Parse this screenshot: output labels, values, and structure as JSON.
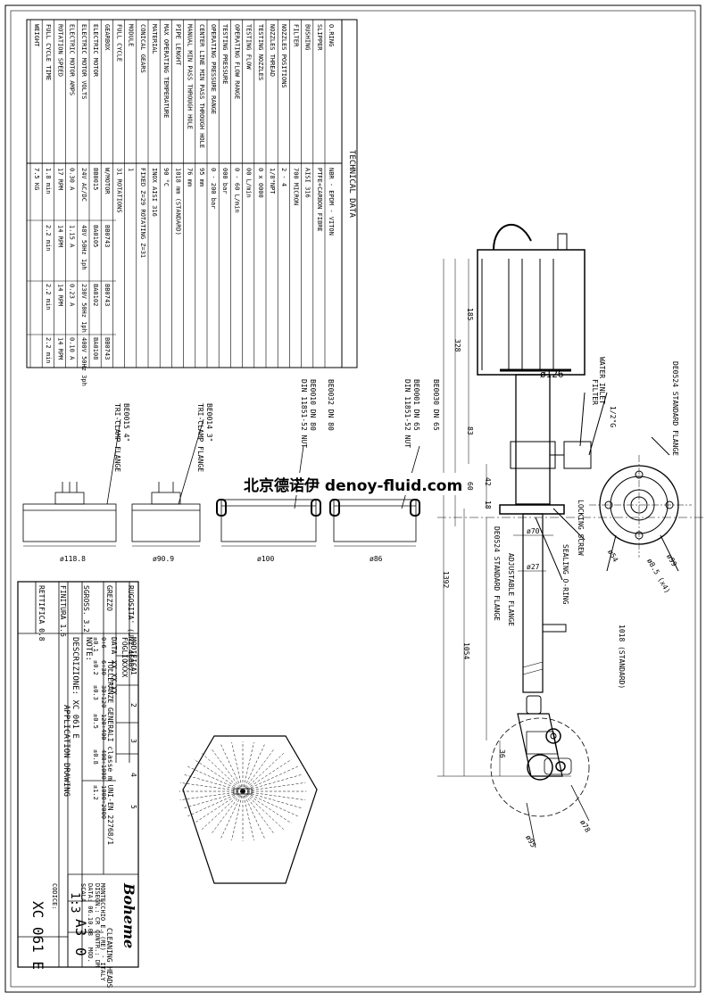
{
  "tech": {
    "title": "TECHNICAL DATA",
    "labels": [
      "O.RING",
      "SLIPPER",
      "BUSHING",
      "FILTER",
      "NOZZLES POSITIONS",
      "NOZZLES THREAD",
      "TESTING NOZZLES",
      "TESTING FLOW",
      "OPERATING FLOW RANGE",
      "TESTING PRESSURE",
      "OPERATING PRESSURE RANGE",
      "CENTER LINE MIN PASS THROUGH HOLE",
      "MANUAL MIN PASS THROUGH HOLE",
      "PIPE LENGHT",
      "MAX OPERATING TEMPERATURE",
      "MATERIAL",
      "CONICAL GEARS",
      "MODULE",
      "FULL CYCLE",
      "GEARBOX",
      "ELECTRIC MOTOR",
      "ELECTRIC MOTOR VOLTS",
      "ELECTRIC MOTOR AMPS",
      "ROTATION SPEED",
      "FULL CYCLE TIME",
      "WEIGHT"
    ],
    "values": [
      "NBR - EPDM - VITON",
      "PTFE+CARBON FIBRE",
      "AISI 316",
      "700 MICRON",
      "2 - 4",
      "1/8\"NPT",
      "0 x 0000",
      "00 L/min",
      "0 - 60 L/min",
      "000 bar",
      "0 - 200 bar",
      "95 mm",
      "76 mm",
      "1018 mm (STANDARD)",
      "90 °C",
      "INOX AISI 316",
      "FIXED Z=29 ROTATING Z=31",
      "1",
      "31 ROTATIONS",
      "W/MOTOR",
      "BB0015",
      "24V AC/DC",
      "0.30 A",
      "17 RPM",
      "1.8 min",
      "7.5 KG"
    ],
    "col2": [
      "BB0743",
      "BA0105",
      "48V 50Hz 1ph",
      "1.15 A",
      "14 RPM",
      "2.2 min"
    ],
    "col3": [
      "BB0743",
      "BA0102",
      "230V 50Hz 1ph",
      "0.23 A",
      "14 RPM",
      "2.2 min"
    ],
    "col4": [
      "BB0743",
      "BA0108",
      "400V 50Hz 3ph",
      "0.10 A",
      "14 RPM",
      "2.2 min"
    ]
  },
  "flanges": [
    {
      "code": "BE0015 4\"",
      "name": "TRI-CLAMP FLANGE",
      "dim": "ø118.8"
    },
    {
      "code": "BE0014 3\"",
      "name": "TRI-CLAMP FLANGE",
      "dim": "ø90.9"
    },
    {
      "code": "BE0032 DN 80",
      "code2": "BE0010 DN 80",
      "name": "DIN 11851-52 NUT",
      "dim": "ø100"
    },
    {
      "code": "BE0030 DN 65",
      "code2": "BE0001 DN 65",
      "name": "DIN 11851-52 NUT",
      "dim": "ø86"
    }
  ],
  "main": {
    "dims": [
      "185",
      "328",
      "83",
      "42",
      "60",
      "18",
      "1392",
      "1054",
      "1018 (STANDARD)",
      "36"
    ],
    "labels": [
      "WATER INLET",
      "1/2\"G",
      "FILTER",
      "DE0524 STANDARD FLANGE",
      "LOCKING SCREW",
      "SEALING O-RING",
      "ADJUSTABLE FLANGE",
      "DE0524 STANDARD FLANGE"
    ],
    "diam": [
      "ø126",
      "ø70",
      "ø27",
      "ø54",
      "ø8.5 (x4)",
      "ø99",
      "ø78",
      "ø95"
    ]
  },
  "title_block": {
    "rug": "RUGOSITA' (UNI 4600)",
    "grezzo": "GREZZO",
    "sgross": "SGROSS. 3.2",
    "finitura": "FINITURA 1.6",
    "rettifica": "RETTIFICA 0.8",
    "modifica": "MODIFICA",
    "foglio": "FOGLIO",
    "data": "DATA",
    "nums": [
      "1",
      "2",
      "3",
      "4",
      "5"
    ],
    "xxxx": "XXXX",
    "xxxxxx": "XX.XX.XX",
    "toll": "TOLLERANZE GENERALI classe m UNI-EN 22768/1",
    "ranges": [
      "0÷6",
      "6÷30",
      "30÷120",
      "120÷400",
      "400÷1000",
      "1000÷2000"
    ],
    "tols": [
      "±0.1",
      "±0.2",
      "±0.3",
      "±0.5",
      "±0.8",
      "±1.2"
    ],
    "note": "NOTE:",
    "desc": "DESCRIZIONE: XC 061 E",
    "desc2": "APPLICATION DRAWING",
    "brand": "Boheme",
    "brand_sub": "CLEANING HEADS",
    "city": "MONTECCHIO E. (RE) - ITALY",
    "disegn": "DISEGN.: CR",
    "contr": "CONTR.: DM",
    "data_v": "DATA: 06.10.08",
    "mod": "MOD.",
    "scala": "SCALA",
    "scala_v": "1:3",
    "formato": "A3",
    "mod_v": "0",
    "codice": "CODICE:",
    "codice_v": "XC 061 E"
  },
  "watermark": "北京德诺伊 denoy-fluid.com"
}
